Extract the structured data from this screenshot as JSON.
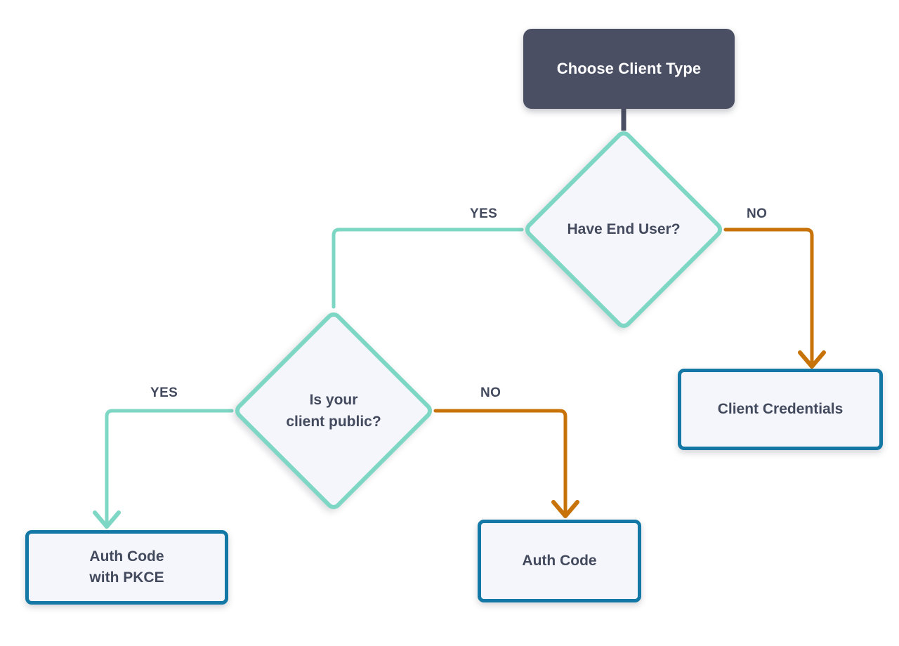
{
  "diagram": {
    "title": "Choose Client Type",
    "type": "flowchart",
    "colors": {
      "start_fill": "#4a4f63",
      "start_text": "#ffffff",
      "decision_border": "#7ed7c4",
      "decision_fill": "#f5f6fb",
      "terminal_border": "#1378a5",
      "terminal_fill": "#f5f6fb",
      "text": "#434a5e",
      "yes_edge": "#7ed7c4",
      "no_edge": "#c8730a",
      "root_edge": "#4a4f63",
      "background": "#ffffff"
    }
  },
  "nodes": {
    "start": {
      "label": "Choose Client Type",
      "shape": "rounded-rect"
    },
    "decision_end_user": {
      "label": "Have End User?",
      "shape": "diamond"
    },
    "decision_public_client": {
      "label": "Is your\nclient public?",
      "shape": "diamond"
    },
    "result_client_credentials": {
      "label": "Client Credentials",
      "shape": "rounded-rect"
    },
    "result_auth_code_pkce": {
      "label": "Auth Code\nwith PKCE",
      "shape": "rounded-rect"
    },
    "result_auth_code": {
      "label": "Auth Code",
      "shape": "rounded-rect"
    }
  },
  "edges": [
    {
      "id": "start-to-end-user",
      "from": "start",
      "to": "decision_end_user",
      "label": "",
      "color": "#4a4f63"
    },
    {
      "id": "end-user-yes",
      "from": "decision_end_user",
      "to": "decision_public_client",
      "label": "YES",
      "color": "#7ed7c4"
    },
    {
      "id": "end-user-no",
      "from": "decision_end_user",
      "to": "result_client_credentials",
      "label": "NO",
      "color": "#c8730a"
    },
    {
      "id": "public-client-yes",
      "from": "decision_public_client",
      "to": "result_auth_code_pkce",
      "label": "YES",
      "color": "#7ed7c4"
    },
    {
      "id": "public-client-no",
      "from": "decision_public_client",
      "to": "result_auth_code",
      "label": "NO",
      "color": "#c8730a"
    }
  ],
  "edge_labels": {
    "end_user_yes": "YES",
    "end_user_no": "NO",
    "public_client_yes": "YES",
    "public_client_no": "NO"
  }
}
